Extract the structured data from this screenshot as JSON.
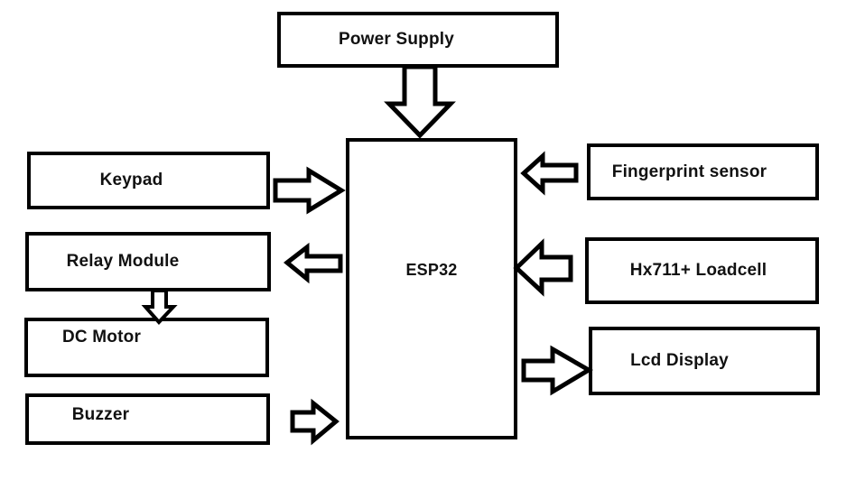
{
  "diagram": {
    "blocks": {
      "power_supply": {
        "label": "Power Supply"
      },
      "esp32": {
        "label": "ESP32"
      },
      "keypad": {
        "label": "Keypad"
      },
      "relay_module": {
        "label": "Relay Module"
      },
      "dc_motor": {
        "label": "DC Motor"
      },
      "buzzer": {
        "label": "Buzzer"
      },
      "fingerprint": {
        "label": "Fingerprint sensor"
      },
      "loadcell": {
        "label": "Hx711+ Loadcell"
      },
      "lcd": {
        "label": "Lcd Display"
      }
    },
    "connections": [
      {
        "from": "Power Supply",
        "to": "ESP32",
        "direction": "down"
      },
      {
        "from": "Keypad",
        "to": "ESP32",
        "direction": "right"
      },
      {
        "from": "ESP32",
        "to": "Relay Module",
        "direction": "left"
      },
      {
        "from": "Relay Module",
        "to": "DC Motor",
        "direction": "down"
      },
      {
        "from": "Buzzer",
        "to": "ESP32",
        "direction": "right"
      },
      {
        "from": "Fingerprint sensor",
        "to": "ESP32",
        "direction": "left"
      },
      {
        "from": "Hx711+ Loadcell",
        "to": "ESP32",
        "direction": "left"
      },
      {
        "from": "ESP32",
        "to": "Lcd Display",
        "direction": "right"
      }
    ],
    "colors": {
      "line": "#000000",
      "background": "#ffffff",
      "block_fill": "#ffffff",
      "text": "#111111"
    }
  }
}
